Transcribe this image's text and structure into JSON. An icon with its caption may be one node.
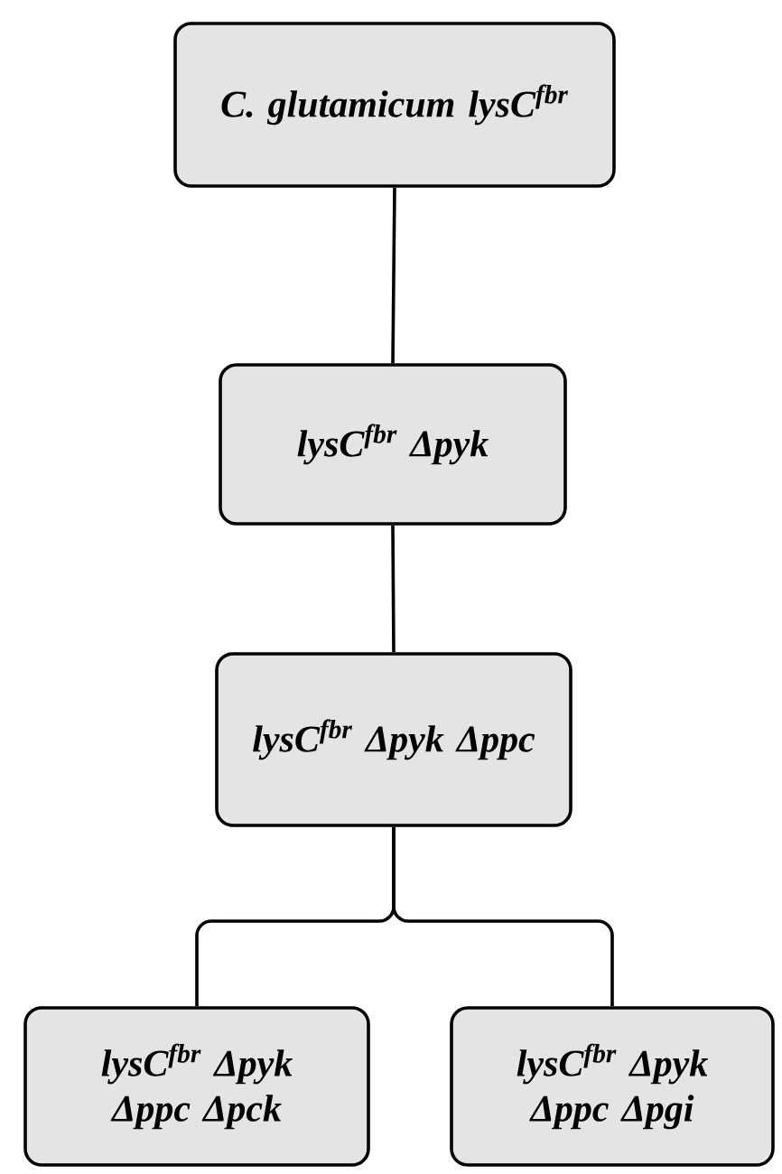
{
  "diagram": {
    "nodes": [
      {
        "text": [
          "C. glutamicum lysC$^{fbr}$"
        ]
      },
      {
        "text": [
          "lysC$^{fbr}$ Δpyk"
        ]
      },
      {
        "text": [
          "lysC$^{fbr}$ Δpyk Δppc"
        ]
      },
      {
        "text": [
          "lysC$^{fbr}$ Δpyk Δppc Δpck"
        ]
      },
      {
        "text": [
          "lysC$^{fbr}$ Δpyk Δppc Δpgi"
        ]
      }
    ],
    "edges": [
      {
        "from": 0,
        "to": 1,
        "arrow": "none"
      },
      {
        "from": 1,
        "to": 2,
        "arrow": "none"
      },
      {
        "from": 2,
        "to": 3,
        "arrow": "none"
      },
      {
        "from": 2,
        "to": 4,
        "arrow": "none"
      }
    ]
  }
}
